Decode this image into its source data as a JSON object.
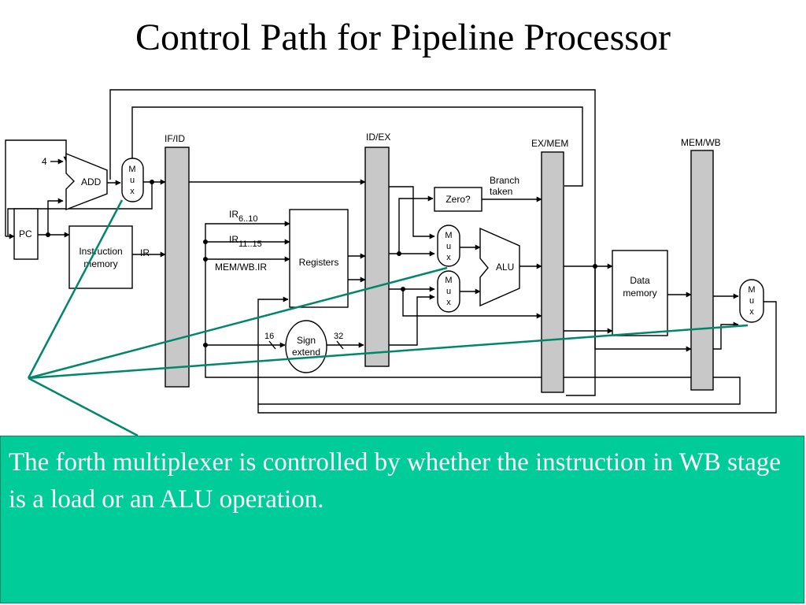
{
  "title": "Control Path for Pipeline Processor",
  "diagram": {
    "registers": {
      "if_id": "IF/ID",
      "id_ex": "ID/EX",
      "ex_mem": "EX/MEM",
      "mem_wb": "MEM/WB"
    },
    "blocks": {
      "pc": "PC",
      "add": "ADD",
      "const_4": "4",
      "instruction_memory": [
        "Instruction",
        "memory"
      ],
      "ir": "IR",
      "registers": "Registers",
      "zero": "Zero?",
      "branch_taken": [
        "Branch",
        "taken"
      ],
      "alu": "ALU",
      "data_memory": [
        "Data",
        "memory"
      ],
      "sign_extend": [
        "Sign",
        "extend"
      ],
      "mux_letters": [
        "M",
        "u",
        "x"
      ]
    },
    "labels": {
      "ir_6_10": {
        "base": "IR",
        "sub": "6..10"
      },
      "ir_11_15": {
        "base": "IR",
        "sub": "11..15"
      },
      "mem_wb_ir": "MEM/WB.IR",
      "bits_16": "16",
      "bits_32": "32"
    },
    "colors": {
      "wire": "#000000",
      "register_fill": "#c8c8c8",
      "callout_line": "#00876a",
      "callout_bg": "#00cc99"
    }
  },
  "callout": {
    "text": "The forth multiplexer is controlled by whether the instruction in WB stage is a load or an ALU operation."
  }
}
